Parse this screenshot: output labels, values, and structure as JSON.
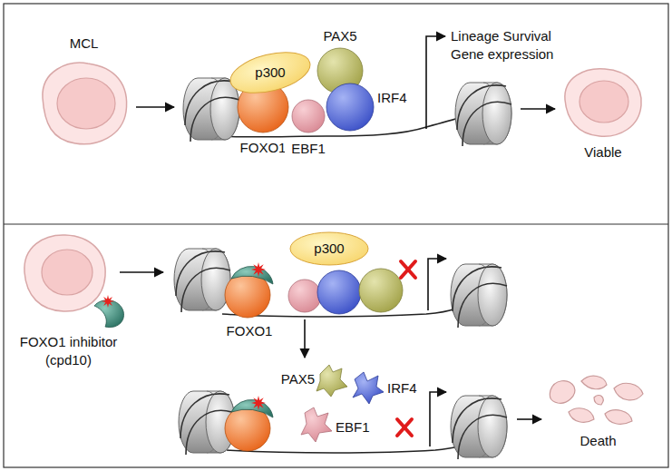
{
  "diagram": {
    "nodes": [
      {
        "text": [
          "MCL"
        ]
      },
      {
        "text": [
          "p300"
        ]
      },
      {
        "text": [
          "PAX5"
        ]
      },
      {
        "text": [
          "FOXO1"
        ]
      },
      {
        "text": [
          "EBF1"
        ]
      },
      {
        "text": [
          "IRF4"
        ]
      },
      {
        "text": [
          "Viable"
        ]
      },
      {
        "text": [
          "FOXO1 inhibitor (cpd10)"
        ]
      },
      {
        "text": [
          "p300"
        ]
      },
      {
        "text": [
          "FOXO1"
        ]
      },
      {
        "text": [
          "PAX5"
        ]
      },
      {
        "text": [
          "IRF4"
        ]
      },
      {
        "text": [
          "EBF1"
        ]
      },
      {
        "text": [
          "Death"
        ]
      }
    ],
    "labels": [
      "Lineage Survival Gene expression"
    ]
  }
}
